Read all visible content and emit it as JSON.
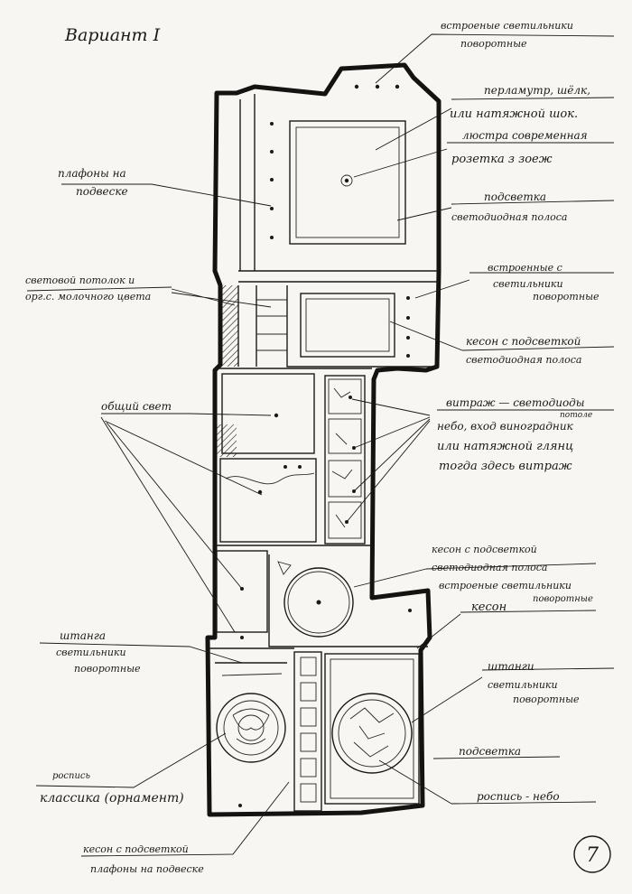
{
  "title": "Вариант I",
  "page_number": "7",
  "labels": {
    "top_spots": [
      "встроеные светильники",
      "поворотные"
    ],
    "pearl": [
      "перламутр, шёлк,",
      "или натяжной шок.",
      "люстра современная",
      "розетка з зоеж"
    ],
    "ceiling_spots_hanging": [
      "плафоны на",
      "подвеске"
    ],
    "led_strip_top": [
      "подсветка",
      "светодиодная полоса"
    ],
    "light_ceiling": [
      "световой потолок и",
      "орг.с. молочного цвета"
    ],
    "built_in_rotary": [
      "встроенные с",
      "светильники",
      "поворотные"
    ],
    "coffer_led_top": [
      "кесон с подсветкой",
      "светодиодная полоса"
    ],
    "general_light": [
      "общий свет"
    ],
    "stained_glass": [
      "витраж — светодиоды",
      "потоле",
      "небо, вход виноградник",
      "или натяжной глянц",
      "тогда здесь витраж"
    ],
    "coffer_led_mid": [
      "кесон с подсветкой",
      "светодиодная полоса",
      "встроеные светильники",
      "поворотные"
    ],
    "coffer": [
      "кесон"
    ],
    "track_left": [
      "штанга",
      "светильники",
      "поворотные"
    ],
    "track_right": [
      "штанги",
      "светильники",
      "поворотные"
    ],
    "backlight": [
      "подсветка"
    ],
    "painting_sky": [
      "роспись - небо"
    ],
    "classic_ornament": [
      "роспись",
      "классика (орнамент)"
    ],
    "coffer_pendant": [
      "кесон с подсветкой",
      "плафоны на подвеске"
    ]
  }
}
